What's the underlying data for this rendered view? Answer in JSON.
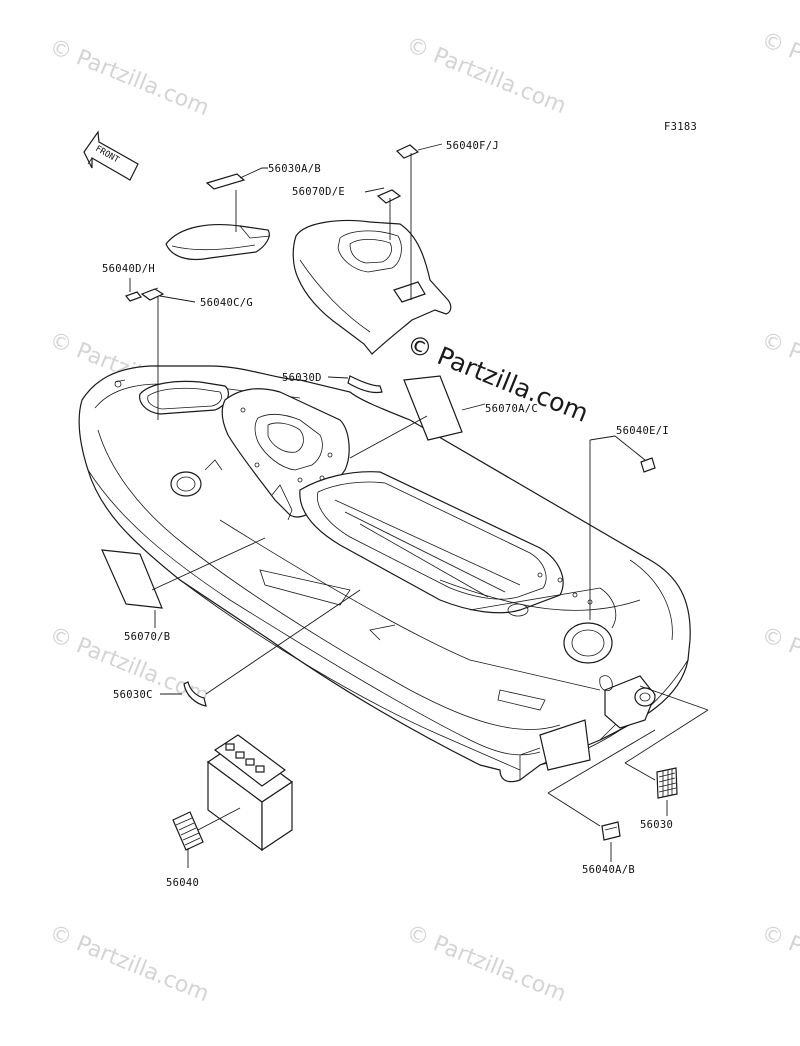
{
  "diagram": {
    "figure_code": "F3183",
    "front_arrow_text": "FRONT",
    "watermark_main": "© Partzilla.com",
    "watermark_faint": "© Partzilla.com",
    "parts": [
      {
        "id": "p1",
        "label": "56030A/B"
      },
      {
        "id": "p2",
        "label": "56040F/J"
      },
      {
        "id": "p3",
        "label": "56070D/E"
      },
      {
        "id": "p4",
        "label": "56040D/H"
      },
      {
        "id": "p5",
        "label": "56040C/G"
      },
      {
        "id": "p6",
        "label": "56030D"
      },
      {
        "id": "p7",
        "label": "56070A/C"
      },
      {
        "id": "p8",
        "label": "56040E/I"
      },
      {
        "id": "p9",
        "label": "56070/B"
      },
      {
        "id": "p10",
        "label": "56030C"
      },
      {
        "id": "p11",
        "label": "56030"
      },
      {
        "id": "p12",
        "label": "56040A/B"
      },
      {
        "id": "p13",
        "label": "56040"
      }
    ]
  }
}
